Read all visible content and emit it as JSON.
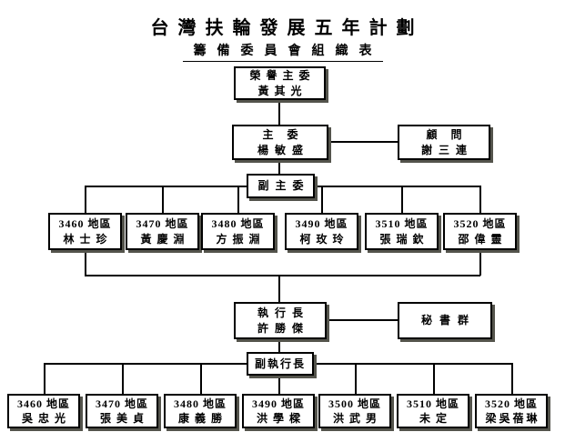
{
  "title": "台灣扶輪發展五年計劃",
  "subtitle": "籌備委員會組織表",
  "colors": {
    "background": "#ffffff",
    "text": "#000000",
    "box_border": "#000000",
    "box_shadow": "#54544c",
    "connector": "#000000"
  },
  "nodes": {
    "honorary_chair": {
      "role": "榮譽主委",
      "name": "黃其光"
    },
    "chairman": {
      "role": "主 委",
      "name": "楊敏盛"
    },
    "advisor": {
      "role": "顧 問",
      "name": "謝三連"
    },
    "vice_chairman": {
      "role": "副主委"
    },
    "executive_director": {
      "role": "執行長",
      "name": "許勝傑"
    },
    "secretariat": {
      "role": "秘書群"
    },
    "deputy_executive_director": {
      "role": "副執行長"
    }
  },
  "districts_row1": [
    {
      "district": "3460 地區",
      "name": "林士珍"
    },
    {
      "district": "3470 地區",
      "name": "黃慶淵"
    },
    {
      "district": "3480 地區",
      "name": "方振淵"
    },
    {
      "district": "3490 地區",
      "name": "柯玫玲"
    },
    {
      "district": "3510 地區",
      "name": "張瑞欽"
    },
    {
      "district": "3520 地區",
      "name": "邵偉靈"
    }
  ],
  "districts_row2": [
    {
      "district": "3460 地區",
      "name": "吳忠光"
    },
    {
      "district": "3470 地區",
      "name": "張美貞"
    },
    {
      "district": "3480 地區",
      "name": "康義勝"
    },
    {
      "district": "3490 地區",
      "name": "洪學樑"
    },
    {
      "district": "3500 地區",
      "name": "洪武男"
    },
    {
      "district": "3510 地區",
      "name": "未定"
    },
    {
      "district": "3520 地區",
      "name": "梁吳蓓琳"
    }
  ]
}
